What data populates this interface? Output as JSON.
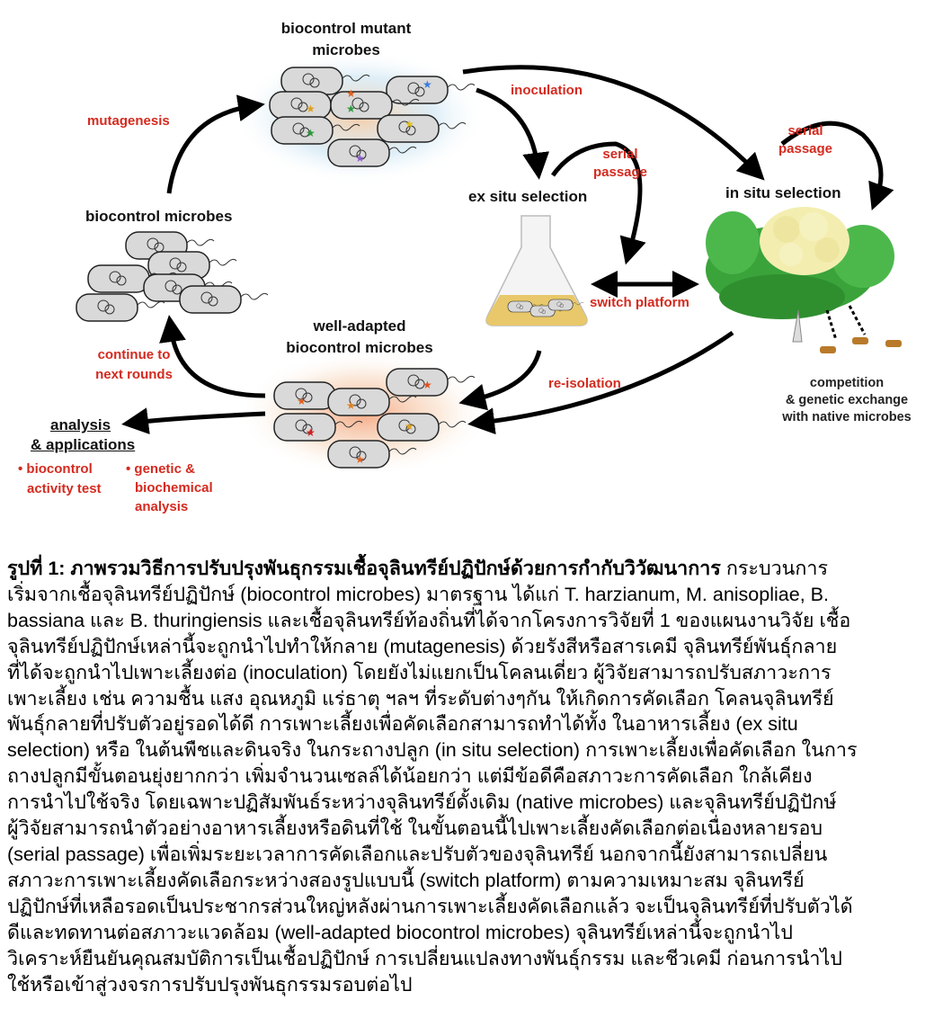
{
  "diagram": {
    "mutant_title": [
      "biocontrol mutant",
      "microbes"
    ],
    "mutagenesis": "mutagenesis",
    "inoculation": "inoculation",
    "serial_passage_ex": [
      "serial",
      "passage"
    ],
    "ex_situ": "ex situ selection",
    "in_situ": "in situ selection",
    "serial_passage_in": [
      "serial",
      "passage"
    ],
    "biocontrol_microbes": "biocontrol microbes",
    "switch_platform": "switch platform",
    "well_adapted": [
      "well-adapted",
      "biocontrol microbes"
    ],
    "continue": [
      "continue to",
      "next rounds"
    ],
    "reisolation": "re-isolation",
    "competition": [
      "competition",
      "& genetic exchange",
      "with native microbes"
    ],
    "analysis": [
      "analysis",
      "& applications"
    ],
    "bullet1": [
      "• biocontrol",
      "activity test"
    ],
    "bullet2": [
      "• genetic &",
      "biochemical",
      "analysis"
    ],
    "colors": {
      "red": "#d42a1f",
      "cell": "#d9d9d9",
      "plant": "#3aa33a",
      "flower": "#f3eeb0"
    }
  },
  "caption": {
    "title": "รูปที่ 1:  ภาพรวมวิธีการปรับปรุงพันธุกรรมเชื้อจุลินทรีย์ปฏิปักษ์ด้วยการกำกับวิวัฒนาการ",
    "line1_rest": " กระบวนการ",
    "lines": [
      "เริ่มจากเชื้อจุลินทรีย์ปฏิปักษ์ (biocontrol microbes) มาตรฐาน ได้แก่ T. harzianum, M. anisopliae, B.",
      "bassiana และ B. thuringiensis และเชื้อจุลินทรีย์ท้องถิ่นที่ได้จากโครงการวิจัยที่ 1 ของแผนงานวิจัย เชื้อ",
      "จุลินทรีย์ปฏิปักษ์เหล่านี้จะถูกนำไปทำให้กลาย (mutagenesis) ด้วยรังสีหรือสารเคมี จุลินทรีย์พันธุ์กลาย",
      "ที่ได้จะถูกนำไปเพาะเลี้ยงต่อ (inoculation) โดยยังไม่แยกเป็นโคลนเดี่ยว ผู้วิจัยสามารถปรับสภาวะการ",
      "เพาะเลี้ยง เช่น ความชื้น แสง อุณหภูมิ แร่ธาตุ ฯลฯ ที่ระดับต่างๆกัน ให้เกิดการคัดเลือก โคลนจุลินทรีย์",
      "พันธุ์กลายที่ปรับตัวอยู่รอดได้ดี การเพาะเลี้ยงเพื่อคัดเลือกสามารถทำได้ทั้ง ในอาหารเลี้ยง (ex situ",
      "selection) หรือ ในต้นพืชและดินจริง ในกระถางปลูก (in situ selection) การเพาะเลี้ยงเพื่อคัดเลือก ในการ",
      "ถางปลูกมีขั้นตอนยุ่งยากกว่า เพิ่มจำนวนเซลล์ได้น้อยกว่า แต่มีข้อดีคือสภาวะการคัดเลือก ใกล้เคียง",
      "การนำไปใช้จริง โดยเฉพาะปฏิสัมพันธ์ระหว่างจุลินทรีย์ดั้งเดิม (native microbes) และจุลินทรีย์ปฏิปักษ์",
      "ผู้วิจัยสามารถนำตัวอย่างอาหารเลี้ยงหรือดินที่ใช้ ในขั้นตอนนี้ไปเพาะเลี้ยงคัดเลือกต่อเนื่องหลายรอบ",
      "(serial passage) เพื่อเพิ่มระยะเวลาการคัดเลือกและปรับตัวของจุลินทรีย์ นอกจากนี้ยังสามารถเปลี่ยน",
      "สภาวะการเพาะเลี้ยงคัดเลือกระหว่างสองรูปแบบนี้ (switch platform) ตามความเหมาะสม จุลินทรีย์",
      "ปฏิปักษ์ที่เหลือรอดเป็นประชากรส่วนใหญ่หลังผ่านการเพาะเลี้ยงคัดเลือกแล้ว จะเป็นจุลินทรีย์ที่ปรับตัวได้",
      "ดีและทดทานต่อสภาวะแวดล้อม (well-adapted biocontrol microbes) จุลินทรีย์เหล่านี้จะถูกนำไป",
      "วิเคราะห์ยืนยันคุณสมบัติการเป็นเชื้อปฏิปักษ์ การเปลี่ยนแปลงทางพันธุ์กรรม และชีวเคมี ก่อนการนำไป",
      "ใช้หรือเข้าสู่วงจรการปรับปรุงพันธุกรรมรอบต่อไป"
    ]
  }
}
